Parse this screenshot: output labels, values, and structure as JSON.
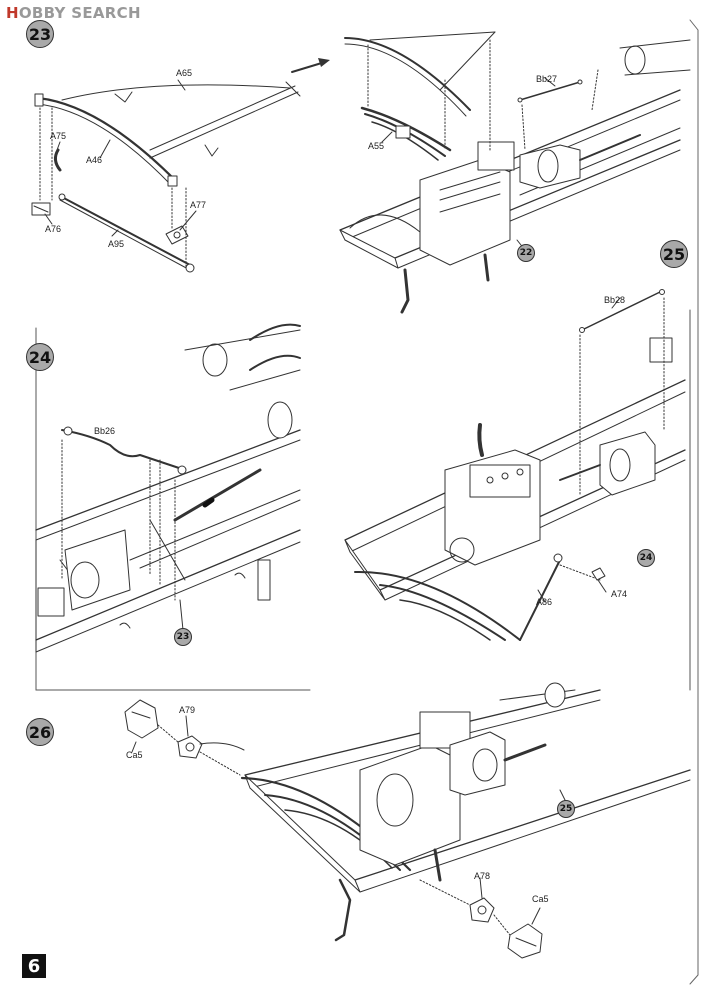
{
  "watermark": {
    "logo_letter": "H",
    "brand": "OBBY SEARCH"
  },
  "page_number": "6",
  "steps": {
    "s23": "23",
    "s24": "24",
    "s25": "25",
    "s26": "26"
  },
  "parts": {
    "a65": "A65",
    "a75": "A75",
    "a46": "A46",
    "a76": "A76",
    "a77": "A77",
    "a95": "A95",
    "a55": "A55",
    "bb27": "Bb27",
    "bb26": "Bb26",
    "bb28": "Bb28",
    "a86": "A86",
    "a74": "A74",
    "a79": "A79",
    "ca5_left": "Ca5",
    "a78": "A78",
    "ca5_right": "Ca5"
  },
  "refs": {
    "r22": "22",
    "r23": "23",
    "r24": "24",
    "r25": "25"
  }
}
